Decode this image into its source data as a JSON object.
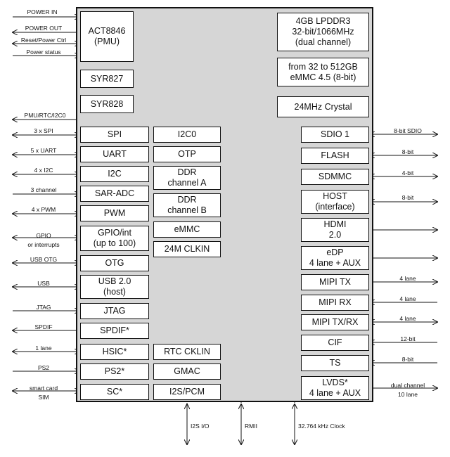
{
  "left_signals": [
    {
      "id": "power-in",
      "label": "POWER IN",
      "dir": "in"
    },
    {
      "id": "power-out",
      "label": "POWER OUT",
      "dir": "out"
    },
    {
      "id": "reset-power-ctrl",
      "label": "Reset/Power Ctrl",
      "dir": "both"
    },
    {
      "id": "power-status",
      "label": "Power status",
      "dir": "in"
    },
    {
      "id": "pmu-rtc-i2c0",
      "label": "PMU/RTC/I2C0",
      "dir": "out"
    },
    {
      "id": "spi",
      "label": "3 x SPI",
      "dir": "both"
    },
    {
      "id": "uart",
      "label": "5 x UART",
      "dir": "both"
    },
    {
      "id": "i2c",
      "label": "4 x I2C",
      "dir": "both"
    },
    {
      "id": "sar-adc",
      "label": "3 channel",
      "dir": "in"
    },
    {
      "id": "pwm",
      "label": "4 x PWM",
      "dir": "both"
    },
    {
      "id": "gpio",
      "label": "GPIO",
      "label2": "or interrupts",
      "dir": "both"
    },
    {
      "id": "usb-otg",
      "label": "USB OTG",
      "dir": "both"
    },
    {
      "id": "usb",
      "label": "USB",
      "dir": "both"
    },
    {
      "id": "jtag",
      "label": "JTAG",
      "dir": "in"
    },
    {
      "id": "spdif",
      "label": "SPDIF",
      "dir": "out"
    },
    {
      "id": "hsic",
      "label": "1 lane",
      "dir": "both"
    },
    {
      "id": "ps2",
      "label": "PS2",
      "dir": "in"
    },
    {
      "id": "sc",
      "label": "smart card",
      "label2": "SIM",
      "dir": "both"
    }
  ],
  "top_blocks": {
    "pmu": "ACT8846\n(PMU)",
    "syr827": "SYR827",
    "syr828": "SYR828",
    "lpddr3": "4GB LPDDR3\n32-bit/1066MHz\n(dual channel)",
    "emmc_chip": "from 32 to 512GB\neMMC 4.5 (8-bit)",
    "crystal": "24MHz Crystal"
  },
  "left_column": [
    "SPI",
    "UART",
    "I2C",
    "SAR-ADC",
    "PWM",
    "GPIO/int\n(up to 100)",
    "OTG",
    "USB 2.0\n(host)",
    "JTAG",
    "SPDIF*",
    "HSIC*",
    "PS2*",
    "SC*"
  ],
  "middle_column": [
    "I2C0",
    "OTP",
    "DDR\nchannel A",
    "DDR\nchannel B",
    "eMMC",
    "24M CLKIN",
    "RTC CKLIN",
    "GMAC",
    "I2S/PCM"
  ],
  "right_column": [
    "SDIO 1",
    "FLASH",
    "SDMMC",
    "HOST\n(interface)",
    "HDMI\n2.0",
    "eDP\n4 lane + AUX",
    "MIPI TX",
    "MIPI RX",
    "MIPI TX/RX",
    "CIF",
    "TS",
    "LVDS*\n4 lane + AUX"
  ],
  "right_signals": [
    {
      "label": "8-bit SDIO",
      "dir": "both"
    },
    {
      "label": "8-bit",
      "dir": "both"
    },
    {
      "label": "4-bit",
      "dir": "both"
    },
    {
      "label": "8-bit",
      "dir": "both"
    },
    {
      "label": "",
      "dir": "out"
    },
    {
      "label": "",
      "dir": "out"
    },
    {
      "label": "4 lane",
      "dir": "out"
    },
    {
      "label": "4 lane",
      "dir": "in"
    },
    {
      "label": "4 lane",
      "dir": "both"
    },
    {
      "label": "12-bit",
      "dir": "in"
    },
    {
      "label": "8-bit",
      "dir": "in"
    },
    {
      "label": "dual channel",
      "label2": "10 lane",
      "dir": "out"
    }
  ],
  "bottom_signals": [
    {
      "label": "I2S I/O"
    },
    {
      "label": "RMII"
    },
    {
      "label": "32.764 kHz Clock"
    }
  ]
}
